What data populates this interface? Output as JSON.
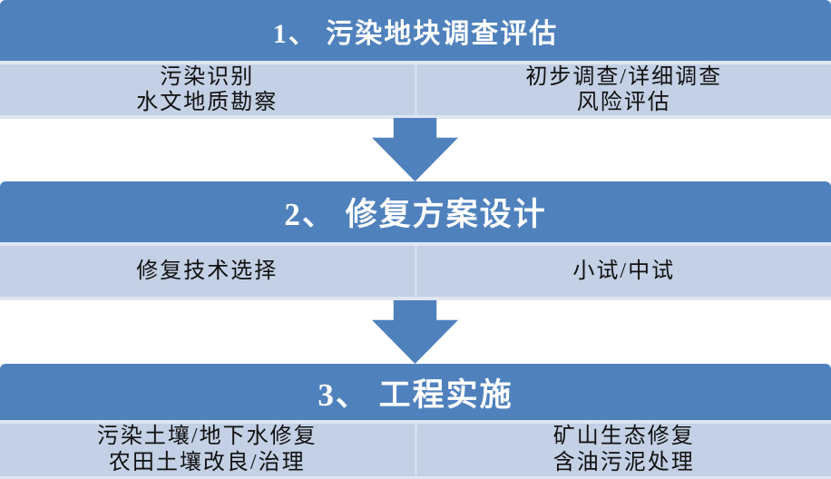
{
  "diagram": {
    "type": "process-flowchart",
    "arrow_count": 2,
    "arrow_direction": "down"
  },
  "colors": {
    "header_blue": "#4f81bd",
    "body_light_blue": "#c3d0e5",
    "separator_light": "#dfe6f2",
    "column_divider": "#d6deee",
    "arrow_blue": "#4f81bd",
    "title_text": "#ffffff",
    "body_text": "#101010",
    "background": "#ffffff"
  },
  "sections": [
    {
      "title": "1、 污染地块调查评估",
      "left_items": [
        "污染识别",
        "水文地质勘察"
      ],
      "right_items": [
        "初步调查/详细调查",
        "风险评估"
      ]
    },
    {
      "title": "2、 修复方案设计",
      "left_items": [
        "修复技术选择"
      ],
      "right_items": [
        "小试/中试"
      ]
    },
    {
      "title": "3、 工程实施",
      "left_items": [
        "污染土壤/地下水修复",
        "农田土壤改良/治理"
      ],
      "right_items": [
        "矿山生态修复",
        "含油污泥处理"
      ]
    }
  ]
}
